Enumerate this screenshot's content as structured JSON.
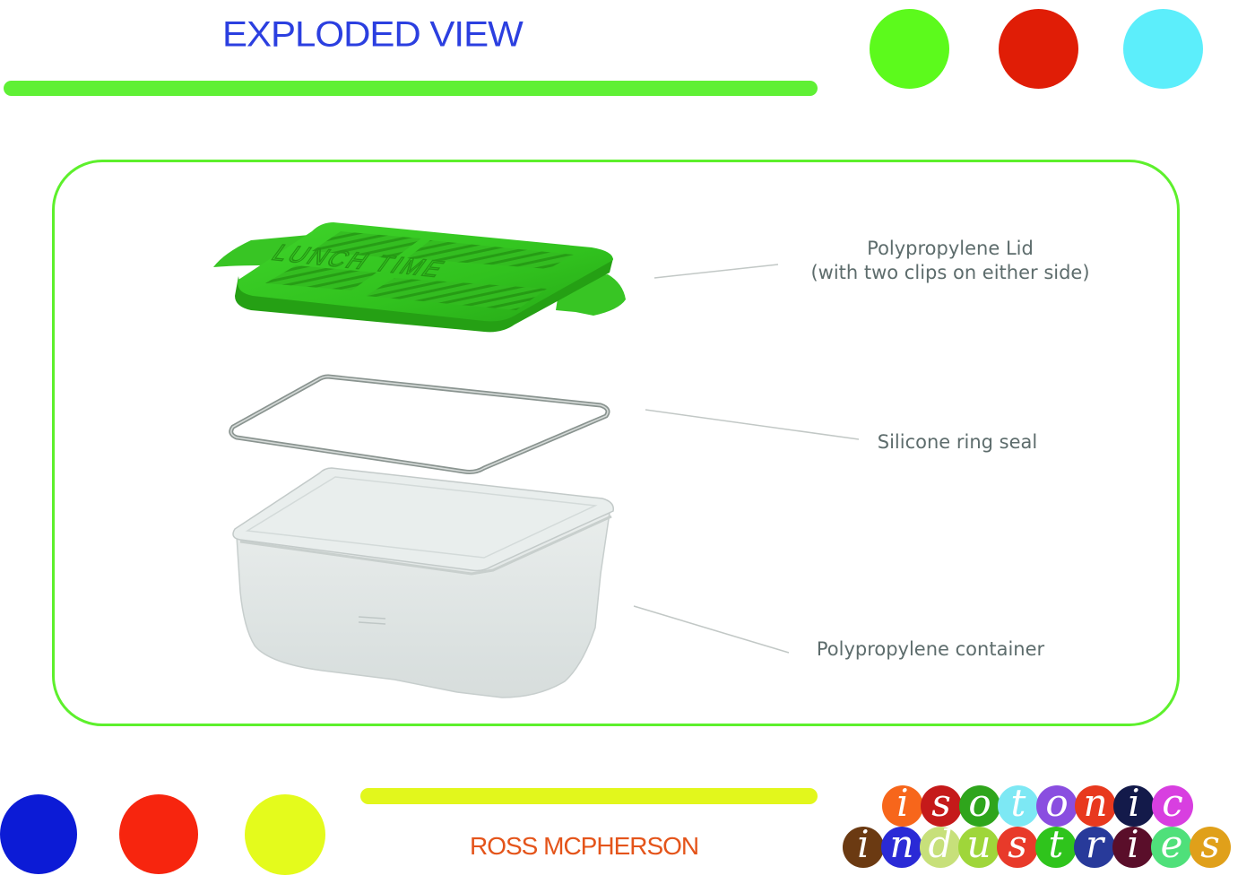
{
  "title": "EXPLODED VIEW",
  "colors": {
    "title": "#2b3fe0",
    "top_bar": "#5ff035",
    "bottom_bar": "#e2f71c",
    "frame": "#5df02c",
    "label": "#5d6c6c",
    "author": "#e4541a"
  },
  "top_dots": [
    "#5cfa1c",
    "#e01d06",
    "#5ceefb"
  ],
  "bottom_dots": [
    "#0c1bd6",
    "#f7250e",
    "#e4fb1c"
  ],
  "parts": {
    "lid_line1": "Polypropylene Lid",
    "lid_line2": "(with two clips on either side)",
    "seal": "Silicone ring seal",
    "container": "Polypropylene container"
  },
  "lid_embossed_text": "LUNCH TIME",
  "author": "ROSS MCPHERSON",
  "logo": {
    "row1": [
      {
        "ch": "i",
        "color": "#f7661b"
      },
      {
        "ch": "s",
        "color": "#c51a1a"
      },
      {
        "ch": "o",
        "color": "#2fa51c"
      },
      {
        "ch": "t",
        "color": "#7de8f4"
      },
      {
        "ch": "o",
        "color": "#8a4ee0"
      },
      {
        "ch": "n",
        "color": "#e8391e"
      },
      {
        "ch": "i",
        "color": "#131a4a"
      },
      {
        "ch": "c",
        "color": "#d83fe0"
      }
    ],
    "row2": [
      {
        "ch": "i",
        "color": "#6b3a12"
      },
      {
        "ch": "n",
        "color": "#2a2ad6"
      },
      {
        "ch": "d",
        "color": "#c7e07a"
      },
      {
        "ch": "u",
        "color": "#9fd63a"
      },
      {
        "ch": "s",
        "color": "#e83a2a"
      },
      {
        "ch": "t",
        "color": "#2fc41c"
      },
      {
        "ch": "r",
        "color": "#283a9a"
      },
      {
        "ch": "i",
        "color": "#5a0e2a"
      },
      {
        "ch": "e",
        "color": "#4fe07a"
      },
      {
        "ch": "s",
        "color": "#e0a01a"
      }
    ]
  }
}
